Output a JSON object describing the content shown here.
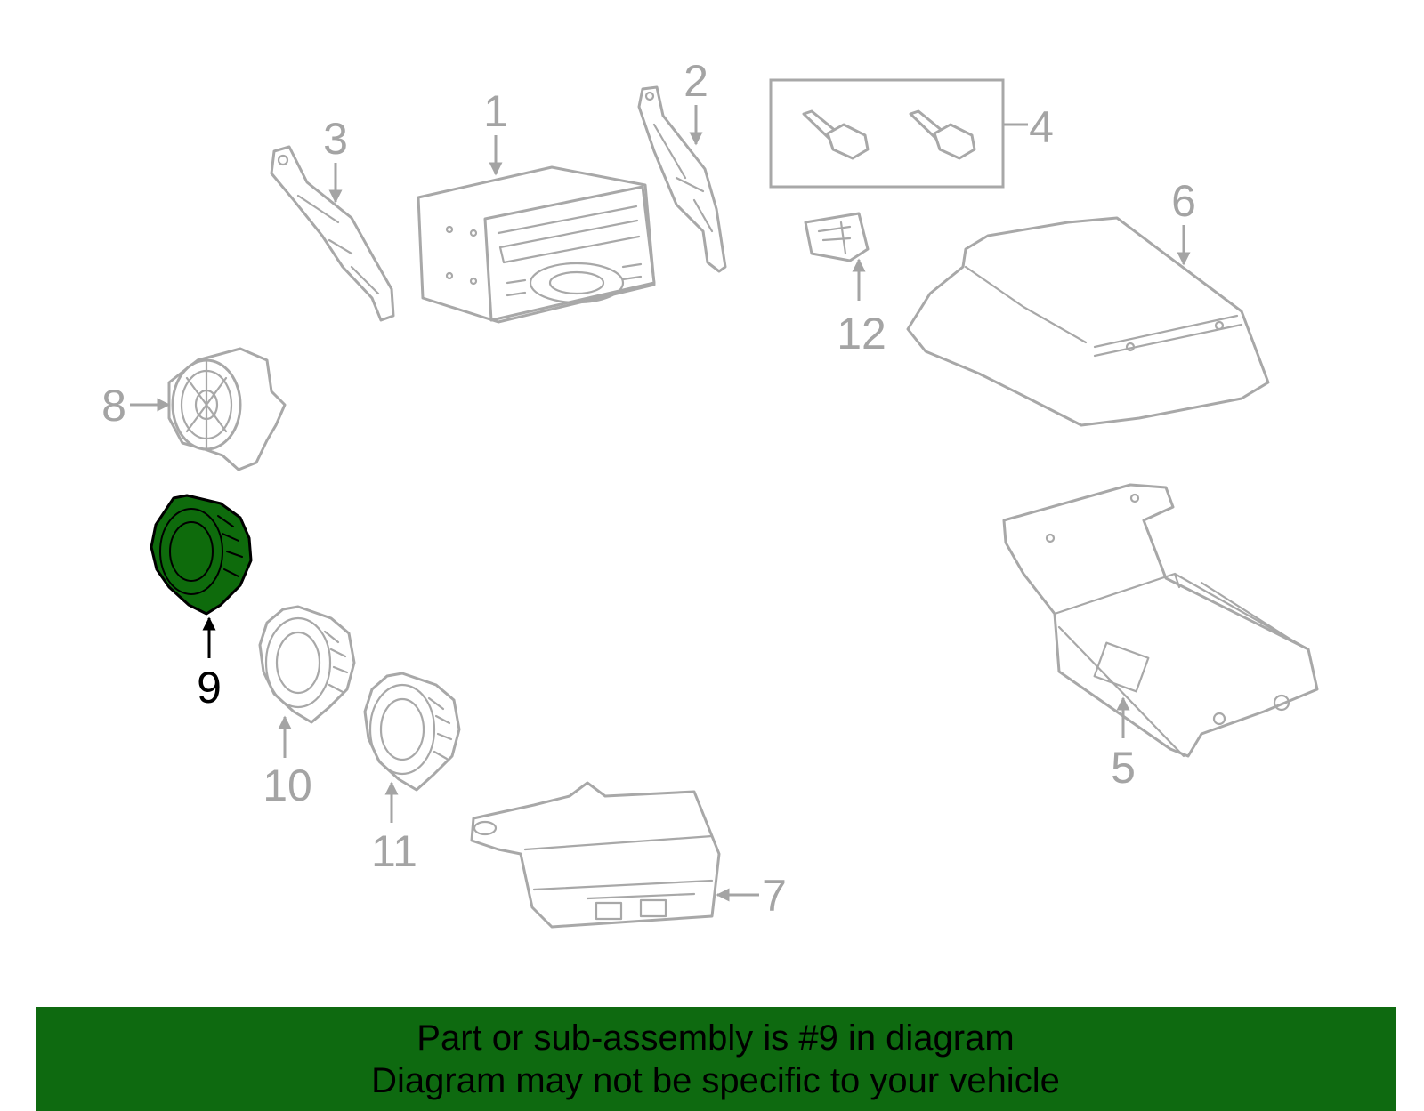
{
  "diagram": {
    "highlighted_part": "9",
    "callouts": [
      "1",
      "2",
      "3",
      "4",
      "5",
      "6",
      "7",
      "8",
      "9",
      "10",
      "11",
      "12"
    ]
  },
  "banner": {
    "line1": "Part or sub-assembly is #9 in diagram",
    "line2": "Diagram may not be specific to your vehicle"
  },
  "colors": {
    "highlight": "#0e6b0c",
    "banner": "#0e6a10",
    "outline": "#a8a8a8"
  }
}
